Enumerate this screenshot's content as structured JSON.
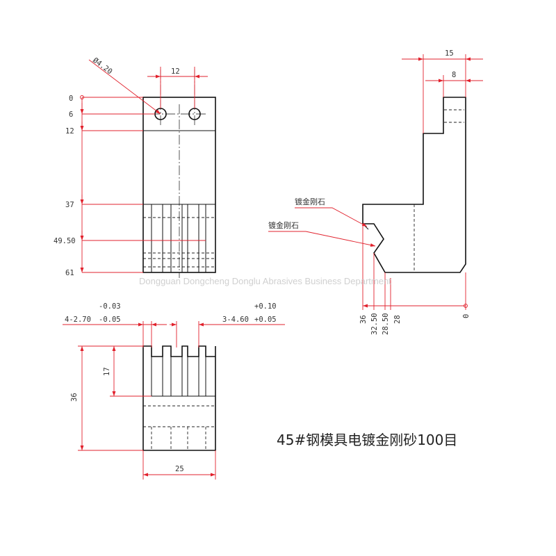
{
  "front_view": {
    "hole_diameter": "Ø4.20",
    "hole_spacing": "12",
    "vertical_dims": [
      "0",
      "6",
      "12",
      "37",
      "49.50",
      "61"
    ]
  },
  "top_view": {
    "slot_width_left": "4-2.70",
    "slot_tol_left_upper": "-0.03",
    "slot_tol_left_lower": "-0.05",
    "slot_width_right": "3-4.60",
    "slot_tol_right_upper": "+0.10",
    "slot_tol_right_lower": "+0.05",
    "height_total": "36",
    "height_teeth": "17",
    "width": "25"
  },
  "side_view": {
    "top_width": "15",
    "step_width": "8",
    "plating_label_1": "镀金刚石",
    "plating_label_2": "镀金刚石",
    "bottom_dims": [
      "36",
      "32.50",
      "28.50",
      "28",
      "0"
    ]
  },
  "watermark": "Dongguan Dongcheng Donglu Abrasives Business Department",
  "material_note": "45#钢模具电镀金刚砂100目",
  "colors": {
    "dimension": "#e1212c",
    "outline": "#111111",
    "text": "#333333"
  }
}
